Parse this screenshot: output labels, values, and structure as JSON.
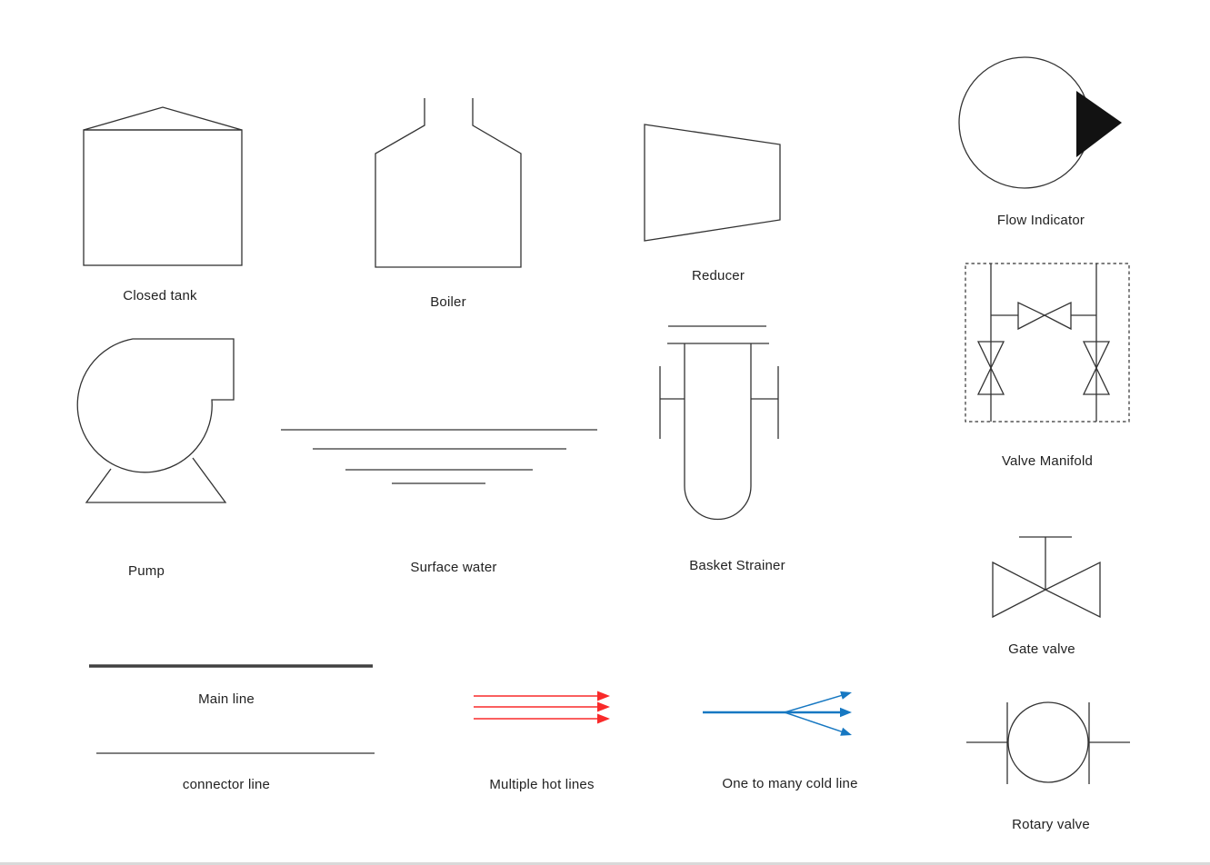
{
  "colors": {
    "line": "#333333",
    "fill_dark": "#121212",
    "main_line": "#404040",
    "hot": "#f92a2a",
    "cold": "#1778c2",
    "label": "#222222",
    "border": "#d9d9d9",
    "background": "#ffffff"
  },
  "symbols": {
    "closed_tank": {
      "label": "Closed tank"
    },
    "boiler": {
      "label": "Boiler"
    },
    "reducer": {
      "label": "Reducer"
    },
    "flow_indicator": {
      "label": "Flow Indicator"
    },
    "valve_manifold": {
      "label": "Valve Manifold"
    },
    "pump": {
      "label": "Pump"
    },
    "surface_water": {
      "label": "Surface water"
    },
    "basket_strainer": {
      "label": "Basket Strainer"
    },
    "gate_valve": {
      "label": "Gate valve"
    },
    "main_line": {
      "label": "Main line"
    },
    "connector_line": {
      "label": "connector line"
    },
    "multiple_hot_lines": {
      "label": "Multiple hot lines"
    },
    "one_to_many_cold_line": {
      "label": "One to many cold line"
    },
    "rotary_valve": {
      "label": "Rotary valve"
    }
  }
}
